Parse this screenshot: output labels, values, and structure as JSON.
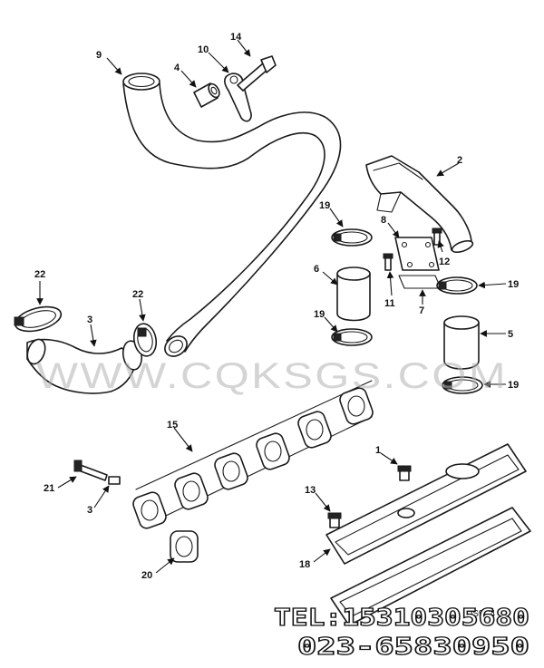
{
  "callouts": {
    "c1": "1",
    "c2": "2",
    "c3a": "3",
    "c3b": "3",
    "c4": "4",
    "c5": "5",
    "c6": "6",
    "c7": "7",
    "c8": "8",
    "c9": "9",
    "c10": "10",
    "c11": "11",
    "c12": "12",
    "c13": "13",
    "c14": "14",
    "c15": "15",
    "c18": "18",
    "c19a": "19",
    "c19b": "19",
    "c19c": "19",
    "c19d": "19",
    "c20": "20",
    "c21": "21",
    "c22a": "22",
    "c22b": "22"
  },
  "watermark": "WWW.CQKSGS.COM",
  "contact": {
    "tel_line": "TEL:15310305680",
    "phone_line": "023-65830950"
  },
  "stamp": "DS9C4"
}
